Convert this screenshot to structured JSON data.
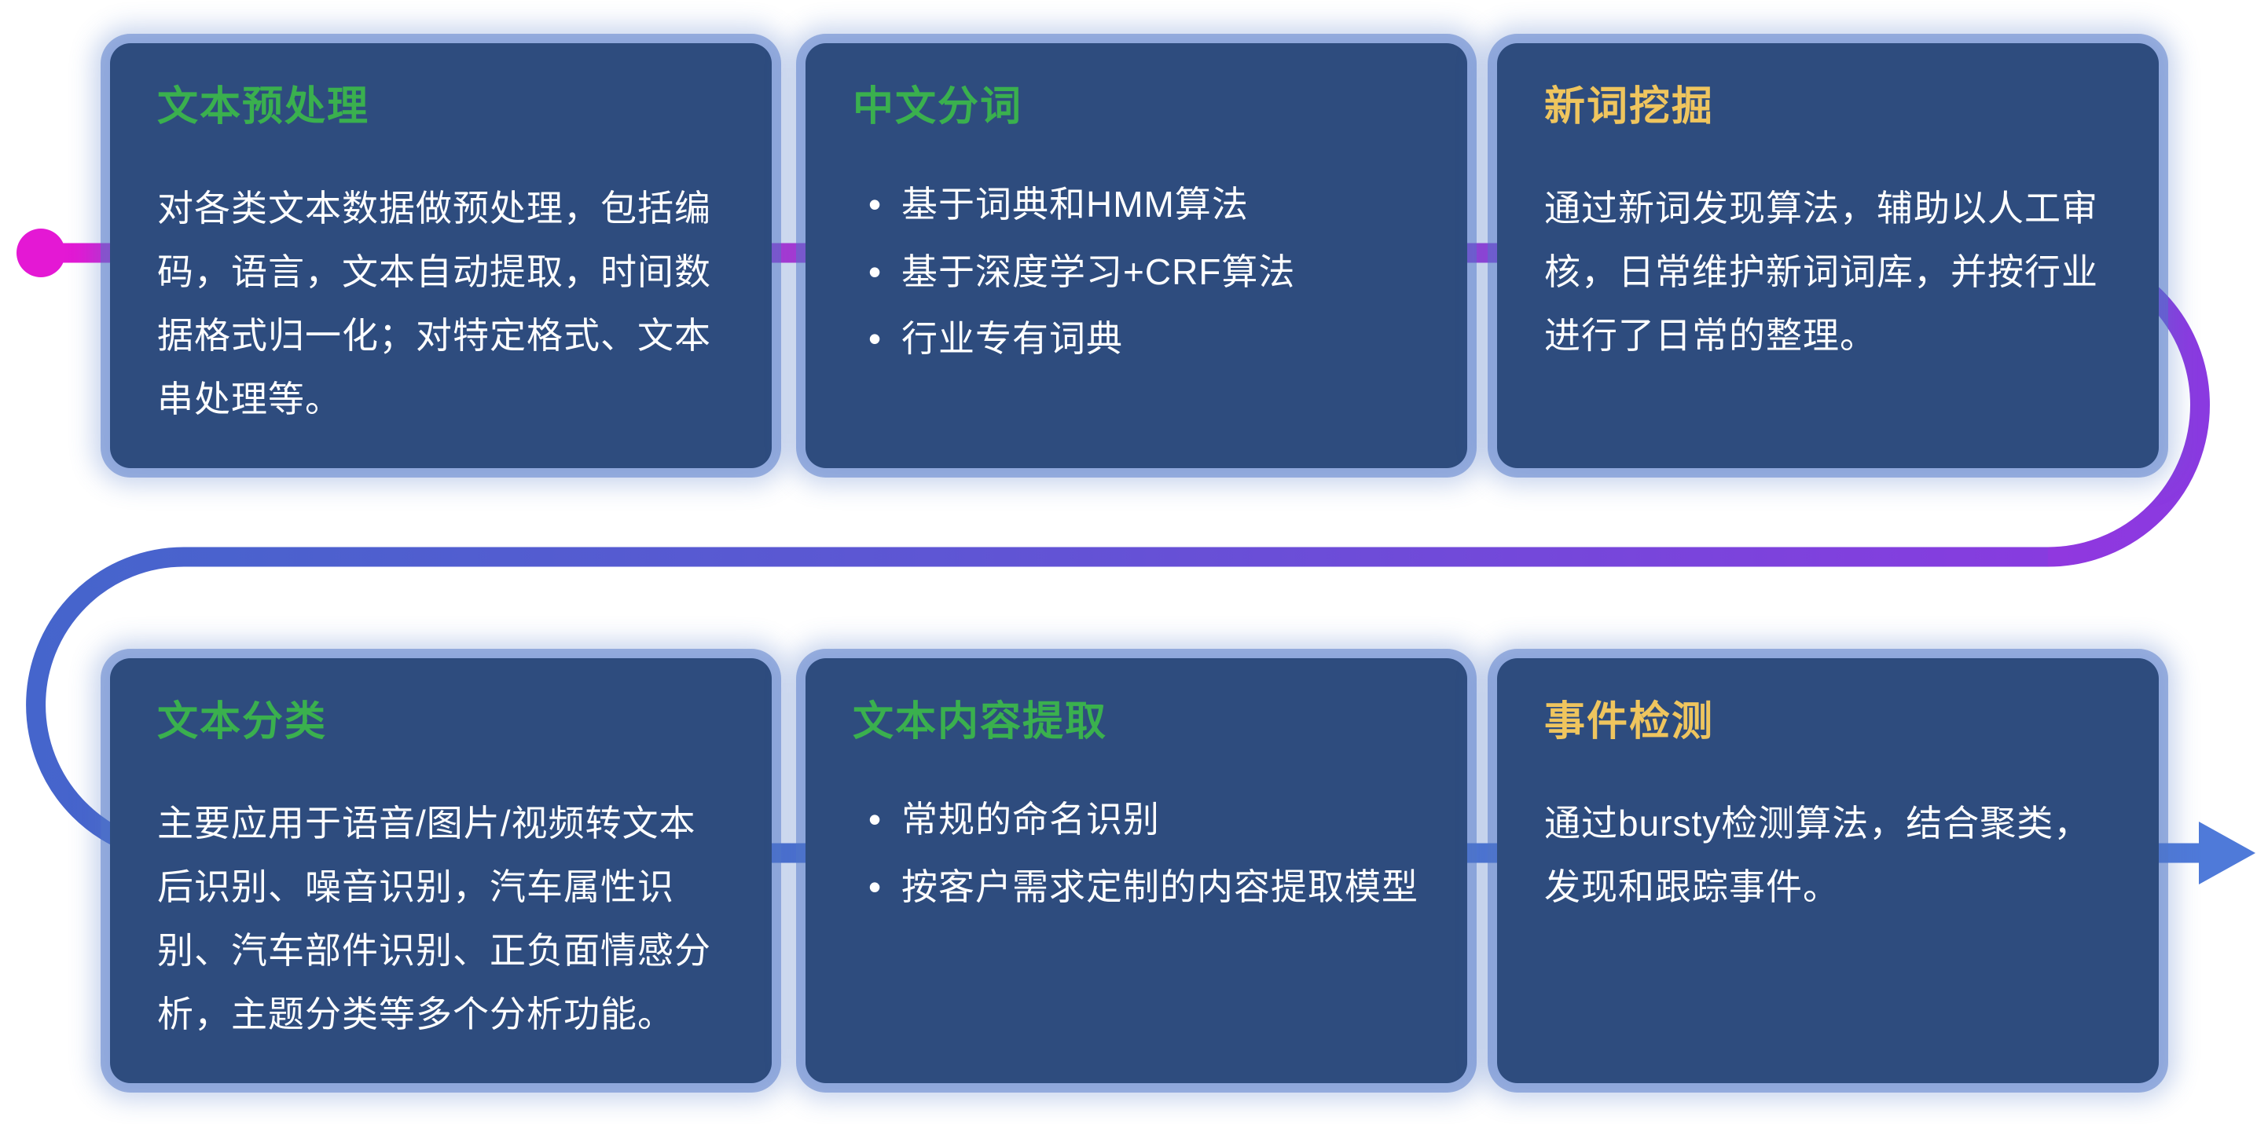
{
  "colors": {
    "page_background": "#ffffff",
    "card_background": "#2e4c7e",
    "card_glow_blue": "#5076c8",
    "title_green": "#3ab04e",
    "title_yellow": "#efc55e",
    "body_text": "#ffffff",
    "flow_start_magenta": "#e418d4",
    "flow_mid_purple": "#8a3ae0",
    "flow_end_blue": "#4e79d8"
  },
  "flow": {
    "start_marker": "dot",
    "end_marker": "arrow-right"
  },
  "cards": [
    {
      "id": "text-preprocessing",
      "title": "文本预处理",
      "title_color": "green",
      "body": "对各类文本数据做预处理，包括编码，语言，文本自动提取，时间数据格式归一化；对特定格式、文本串处理等。",
      "bullets": []
    },
    {
      "id": "chinese-word-segmentation",
      "title": "中文分词",
      "title_color": "green",
      "body": "",
      "bullets": [
        "基于词典和HMM算法",
        "基于深度学习+CRF算法",
        "行业专有词典"
      ]
    },
    {
      "id": "new-word-mining",
      "title": "新词挖掘",
      "title_color": "yellow",
      "body": "通过新词发现算法，辅助以人工审核，日常维护新词词库，并按行业进行了日常的整理。",
      "bullets": []
    },
    {
      "id": "text-classification",
      "title": "文本分类",
      "title_color": "green",
      "body": "主要应用于语音/图片/视频转文本后识别、噪音识别，汽车属性识别、汽车部件识别、正负面情感分析，主题分类等多个分析功能。",
      "bullets": []
    },
    {
      "id": "text-content-extraction",
      "title": "文本内容提取",
      "title_color": "green",
      "body": "",
      "bullets": [
        "常规的命名识别",
        "按客户需求定制的内容提取模型"
      ]
    },
    {
      "id": "event-detection",
      "title": "事件检测",
      "title_color": "yellow",
      "body": "通过bursty检测算法，结合聚类，发现和跟踪事件。",
      "bullets": []
    }
  ]
}
